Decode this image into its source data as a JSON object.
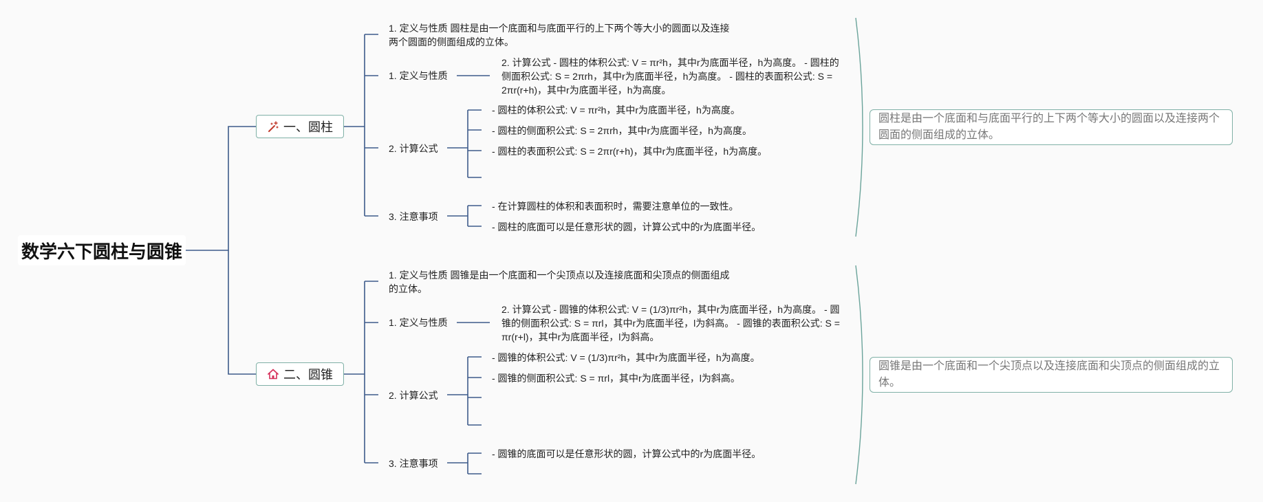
{
  "colors": {
    "line": "#3d5a8a",
    "brace": "#6aa39a",
    "box_border": "#7fb0a6",
    "summary_text": "#777777"
  },
  "root": {
    "title": "数学六下圆柱与圆锥"
  },
  "cylinder": {
    "label": "一、圆柱",
    "icon": "magic-wand-icon",
    "def_full": "1. 定义与性质 圆柱是由一个底面和与底面平行的上下两个等大小的圆面以及连接两个圆面的侧面组成的立体。",
    "def_label": "1. 定义与性质",
    "def_child": "2. 计算公式 - 圆柱的体积公式: V = πr²h，其中r为底面半径，h为高度。 - 圆柱的侧面积公式: S = 2πrh，其中r为底面半径，h为高度。 - 圆柱的表面积公式: S = 2πr(r+h)，其中r为底面半径，h为高度。",
    "calc_label": "2. 计算公式",
    "calc_items": [
      "- 圆柱的体积公式: V = πr²h，其中r为底面半径，h为高度。",
      "- 圆柱的侧面积公式: S = 2πrh，其中r为底面半径，h为高度。",
      "- 圆柱的表面积公式: S = 2πr(r+h)，其中r为底面半径，h为高度。"
    ],
    "note_label": "3. 注意事项",
    "note_items": [
      "- 在计算圆柱的体积和表面积时，需要注意单位的一致性。",
      "- 圆柱的底面可以是任意形状的圆，计算公式中的r为底面半径。"
    ],
    "summary": "圆柱是由一个底面和与底面平行的上下两个等大小的圆面以及连接两个圆面的侧面组成的立体。"
  },
  "cone": {
    "label": "二、圆锥",
    "icon": "house-icon",
    "def_full": "1. 定义与性质 圆锥是由一个底面和一个尖顶点以及连接底面和尖顶点的侧面组成的立体。",
    "def_label": "1. 定义与性质",
    "def_child": "2. 计算公式 - 圆锥的体积公式: V = (1/3)πr²h，其中r为底面半径，h为高度。 - 圆锥的侧面积公式: S = πrl，其中r为底面半径，l为斜高。 - 圆锥的表面积公式: S = πr(r+l)，其中r为底面半径，l为斜高。",
    "calc_label": "2. 计算公式",
    "calc_items": [
      "- 圆锥的体积公式: V = (1/3)πr²h，其中r为底面半径，h为高度。",
      "- 圆锥的侧面积公式: S = πrl，其中r为底面半径，l为斜高。"
    ],
    "note_label": "3. 注意事项",
    "note_items": [
      "- 圆锥的底面可以是任意形状的圆，计算公式中的r为底面半径。"
    ],
    "summary": "圆锥是由一个底面和一个尖顶点以及连接底面和尖顶点的侧面组成的立体。"
  }
}
